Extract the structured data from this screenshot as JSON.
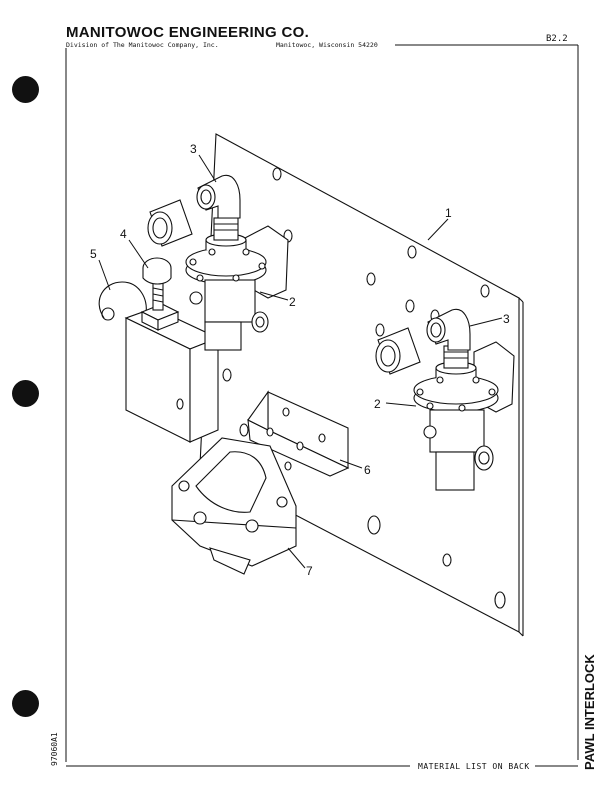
{
  "header": {
    "company": "MANITOWOC ENGINEERING CO.",
    "division": "Division of The Manitowoc Company, Inc.",
    "city": "Manitowoc, Wisconsin 54220",
    "page_code": "B2.2"
  },
  "footer": {
    "doc_number": "97060A1",
    "material_list": "MATERIAL LIST ON BACK",
    "section_title": "PAWL INTERLOCK"
  },
  "callouts": [
    "1",
    "2",
    "2",
    "3",
    "3",
    "4",
    "5",
    "6",
    "7"
  ]
}
